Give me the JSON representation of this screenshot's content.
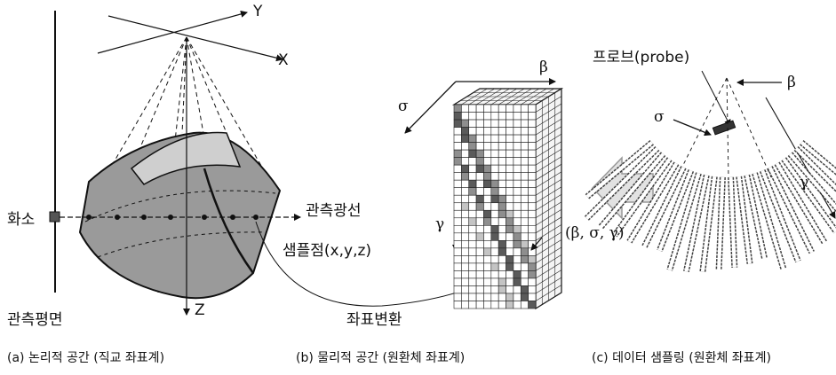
{
  "panel_a": {
    "axis_y": "Y",
    "axis_x": "X",
    "axis_z": "Z",
    "pixel_label": "화소",
    "ray_label": "관측광선",
    "sample_point_label": "샘플점(x,y,z)",
    "view_plane_label": "관측평면",
    "caption": "(a) 논리적 공간 (직교 좌표계)"
  },
  "panel_b": {
    "beta": "β",
    "sigma": "σ",
    "gamma": "γ",
    "coord_label": "(β, σ, γ)",
    "transform_label": "좌표변환",
    "caption": "(b) 물리적 공간 (원환체 좌표계)"
  },
  "panel_c": {
    "probe_label": "프로브(probe)",
    "beta": "β",
    "sigma": "σ",
    "gamma": "γ",
    "caption": "(c) 데이터 샘플링 (원환체 좌표계)"
  },
  "colors": {
    "line": "#111111",
    "shape_fill": "#9a9a9a",
    "shape_inner": "#cfcfcf",
    "cell_dark": "#5a5a5a",
    "cell_mid": "#8e8e8e",
    "cell_light": "#c4c4c4",
    "arrow_fill": "#e2e2e2"
  }
}
